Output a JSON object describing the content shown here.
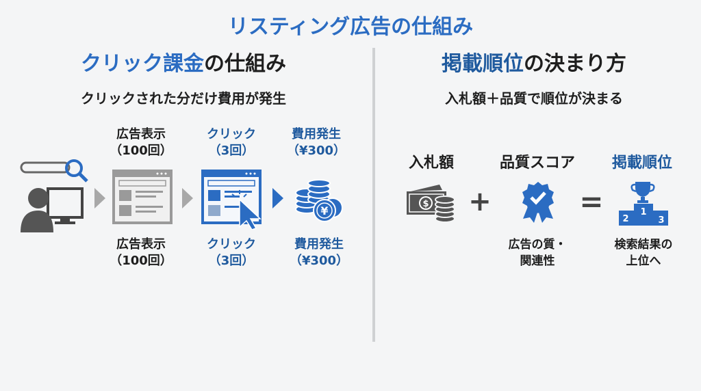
{
  "title": "リスティング広告の仕組み",
  "left": {
    "heading_accent": "クリック課金",
    "heading_rest": "の仕組み",
    "subtitle": "クリックされた分だけ費用が発生",
    "steps_top": [
      {
        "label": "広告表示",
        "value": "（100回）"
      },
      {
        "label": "クリック",
        "value": "（3回）"
      },
      {
        "label": "費用発生",
        "value": "（¥300）"
      }
    ],
    "steps_bottom": [
      {
        "label": "広告表示",
        "value": "（100回）"
      },
      {
        "label": "クリック",
        "value": "（3回）"
      },
      {
        "label": "費用発生",
        "value": "（¥300）"
      }
    ],
    "coin_symbol": "¥"
  },
  "right": {
    "heading_accent": "掲載順位",
    "heading_rest": "の決まり方",
    "subtitle": "入札額＋品質で順位が決まる",
    "bid_label": "入札額",
    "quality_label": "品質スコア",
    "rank_label": "掲載順位",
    "plus": "+",
    "equals": "=",
    "quality_desc": [
      "広告の質・",
      "関連性"
    ],
    "rank_desc": [
      "検索結果の",
      "上位へ"
    ],
    "podium": [
      "1",
      "2",
      "3"
    ],
    "dollar": "$"
  },
  "colors": {
    "accent": "#2b6cc2",
    "dark_accent": "#1f5a9e",
    "gray": "#8e8e8e",
    "dark": "#3a3a3a"
  }
}
